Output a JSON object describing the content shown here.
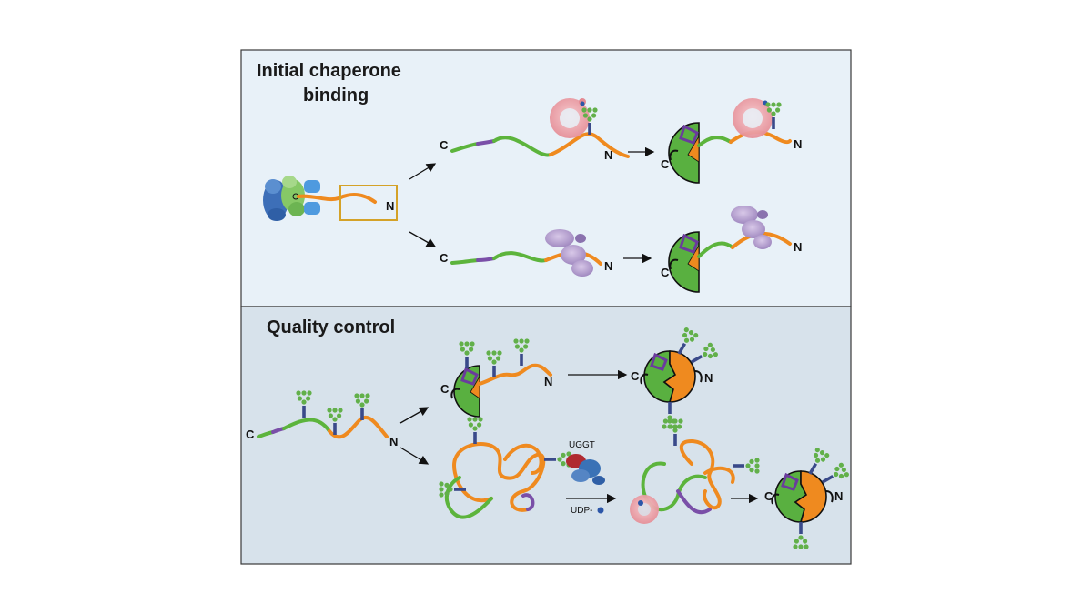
{
  "panels": {
    "top": {
      "title_line1": "Initial chaperone",
      "title_line2": "binding",
      "background": "#e8f1f8"
    },
    "bottom": {
      "title": "Quality control",
      "background": "#d7e2eb"
    }
  },
  "terminus_labels": {
    "c": "C",
    "n": "N"
  },
  "enzyme": {
    "name": "UGGT",
    "substrate": "UDP-"
  },
  "colors": {
    "border": "#3a3a3a",
    "chain_orange": "#ef8a1f",
    "chain_green": "#5cb43c",
    "chain_purple": "#7a4fa8",
    "domain_green": "#59b040",
    "domain_orange": "#ef8a1f",
    "bracket_purple": "#6a3c9c",
    "glycan_green": "#62b04a",
    "glycan_stalk": "#3a4a8a",
    "glucose_blue": "#2c56a8",
    "chaperone_pink": "#f2a0a8",
    "chaperone_lilac": "#b9a2d4",
    "ribosome_blue": "#4e88c8",
    "ribosome_green": "#7cc462",
    "translocon_blue": "#4e9adf",
    "box_gold": "#d4a228",
    "uggt_red": "#b02a30",
    "uggt_blue": "#3a72b6"
  },
  "icons": [
    "ribosome-icon",
    "translocon-icon",
    "calreticulin-icon",
    "calnexin-icon",
    "glycan-icon",
    "uggt-icon",
    "glucose-icon",
    "folded-domain-icon"
  ]
}
